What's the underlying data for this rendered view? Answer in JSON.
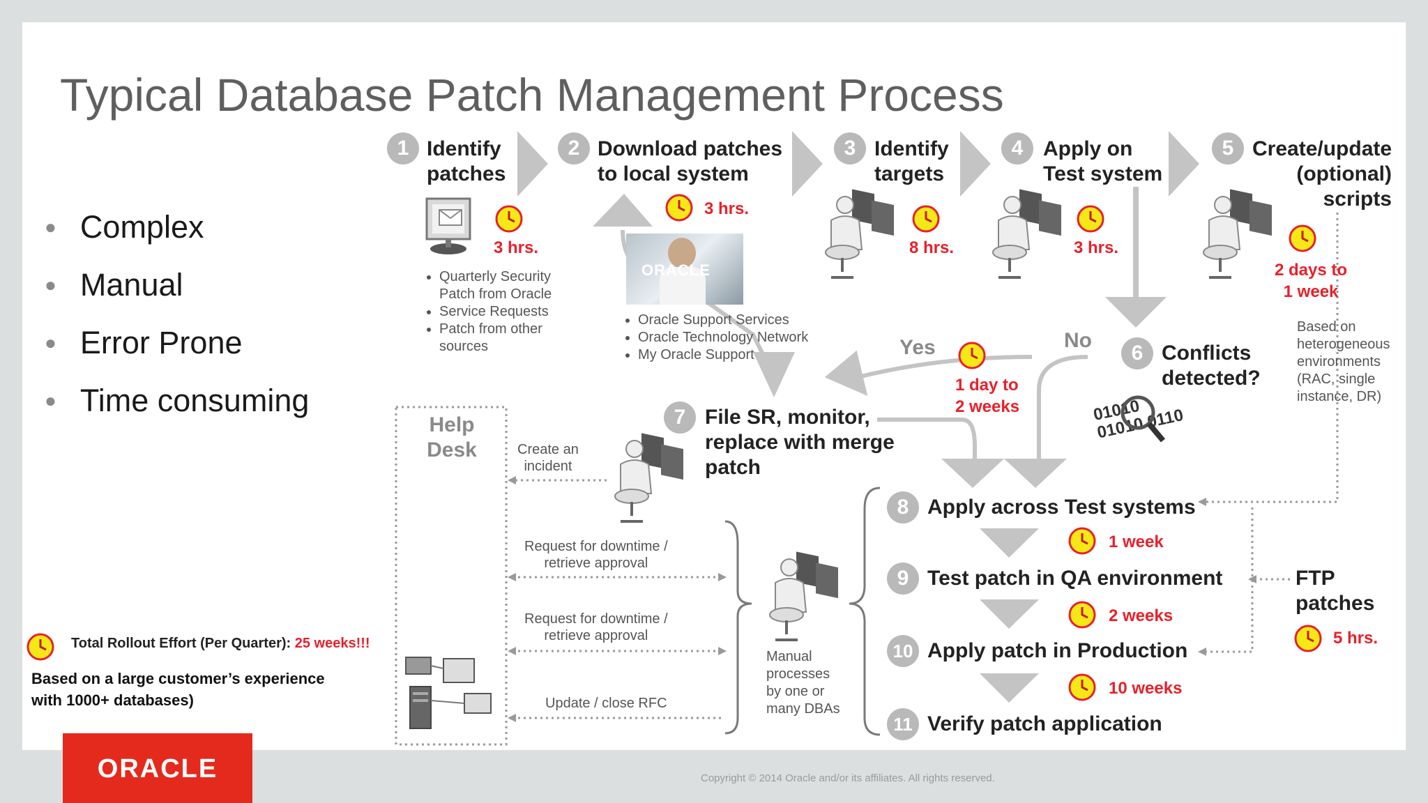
{
  "title": "Typical Database Patch Management Process",
  "bullets": [
    "Complex",
    "Manual",
    "Error Prone",
    "Time consuming"
  ],
  "steps": [
    {
      "num": "1",
      "title": "Identify\npatches",
      "time": "3 hrs."
    },
    {
      "num": "2",
      "title": "Download patches\nto local system",
      "time": "3 hrs."
    },
    {
      "num": "3",
      "title": "Identify\ntargets",
      "time": "8 hrs."
    },
    {
      "num": "4",
      "title": "Apply on\nTest system",
      "time": "3 hrs."
    },
    {
      "num": "5",
      "title": "Create/update\n(optional)\nscripts",
      "time": "2 days to\n1 week"
    },
    {
      "num": "6",
      "title": "Conflicts\ndetected?",
      "time": "1 day to\n2 weeks"
    },
    {
      "num": "7",
      "title": "File SR, monitor,\nreplace with merge\npatch"
    },
    {
      "num": "8",
      "title": "Apply across Test systems",
      "time": "1 week"
    },
    {
      "num": "9",
      "title": "Test patch in QA environment",
      "time": "2 weeks"
    },
    {
      "num": "10",
      "title": "Apply patch in Production",
      "time": "10 weeks"
    },
    {
      "num": "11",
      "title": "Verify patch application"
    }
  ],
  "step1_sources": [
    "Quarterly Security Patch from Oracle",
    "Service Requests",
    "Patch from other sources"
  ],
  "step2_sources": [
    "Oracle Support Services",
    "Oracle Technology Network",
    "My Oracle Support"
  ],
  "oracle_photo_text": "ORACLE",
  "yes_label": "Yes",
  "no_label": "No",
  "binary_text": "01010\n01010 0110",
  "step5_note": "Based on\nheterogeneous\nenvironments\n(RAC, single\ninstance, DR)",
  "help_desk": "Help\nDesk",
  "help_desk_actions": [
    "Create an\nincident",
    "Request for downtime /\nretrieve approval",
    "Request for downtime /\nretrieve approval",
    "Update / close RFC"
  ],
  "manual_note": "Manual\nprocesses\nby one or\nmany DBAs",
  "ftp": {
    "title": "FTP\npatches",
    "time": "5 hrs."
  },
  "total": {
    "label": "Total Rollout Effort (Per Quarter):",
    "value": "25 weeks!!!"
  },
  "based_on": "Based on a large customer’s experience\nwith 1000+ databases)",
  "logo": "ORACLE",
  "copyright": "Copyright © 2014 Oracle and/or its affiliates. All rights reserved.",
  "colors": {
    "accent_red": "#e8202a",
    "logo_red": "#e42a1d",
    "clock_yellow": "#f6e816",
    "arrow_gray": "#c4c4c4"
  }
}
